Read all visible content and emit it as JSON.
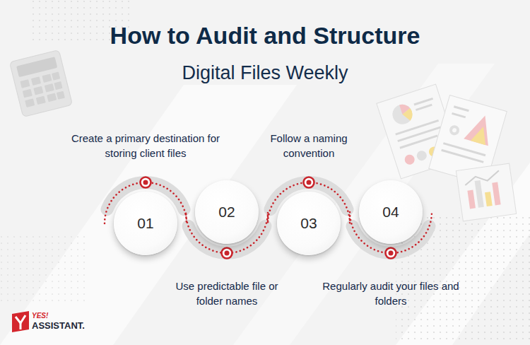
{
  "diagram": {
    "title": "How to Audit and Structure",
    "nodes": [
      {
        "text": [
          "01",
          "Create a primary destination for storing client files"
        ]
      },
      {
        "text": [
          "02",
          "Use predictable file or folder names"
        ]
      },
      {
        "text": [
          "03",
          "Follow a naming convention"
        ]
      },
      {
        "text": [
          "04",
          "Regularly audit your files and folders"
        ]
      }
    ],
    "labels": [
      "Digital Files Weekly",
      "YES!",
      "ASSISTANT."
    ]
  }
}
